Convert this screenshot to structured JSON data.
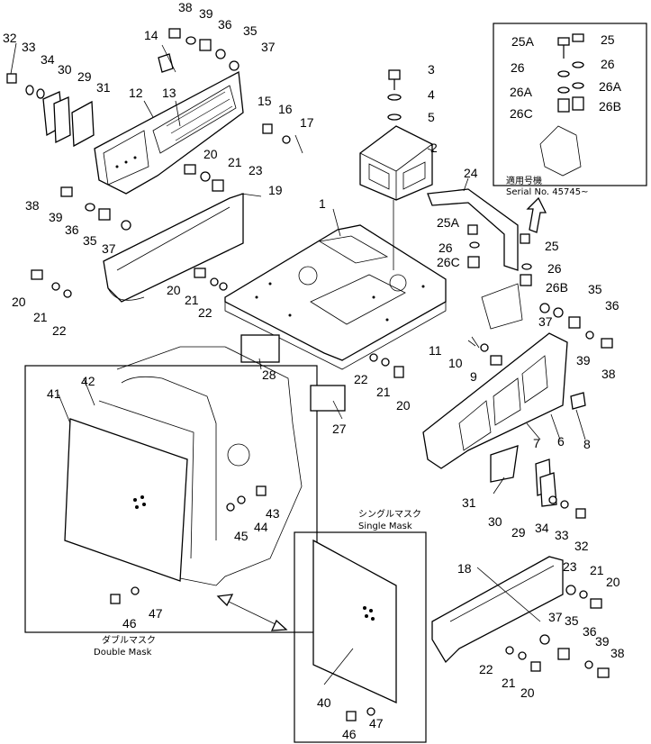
{
  "labels": {
    "c1": "1",
    "c2": "2",
    "c3": "3",
    "c4": "4",
    "c5": "5",
    "c6": "6",
    "c7": "7",
    "c8": "8",
    "c9": "9",
    "c10": "10",
    "c11": "11",
    "c12": "12",
    "c13": "13",
    "c14": "14",
    "c15": "15",
    "c16": "16",
    "c17": "17",
    "c18": "18",
    "c19": "19",
    "c20a": "20",
    "c20b": "20",
    "c20c": "20",
    "c20d": "20",
    "c20e": "20",
    "c20f": "20",
    "c21a": "21",
    "c21b": "21",
    "c21c": "21",
    "c21d": "21",
    "c21e": "21",
    "c21f": "21",
    "c22a": "22",
    "c22b": "22",
    "c22c": "22",
    "c22d": "22",
    "c23a": "23",
    "c23b": "23",
    "c24": "24",
    "c25a": "25",
    "c25b": "25",
    "c25A1": "25A",
    "c25A2": "25A",
    "c26a": "26",
    "c26b": "26",
    "c26c": "26",
    "c26d": "26",
    "c26A1": "26A",
    "c26A2": "26A",
    "c26B1": "26B",
    "c26B2": "26B",
    "c26C1": "26C",
    "c26C2": "26C",
    "c27": "27",
    "c28": "28",
    "c29a": "29",
    "c29b": "29",
    "c30a": "30",
    "c30b": "30",
    "c31a": "31",
    "c31b": "31",
    "c32a": "32",
    "c32b": "32",
    "c33a": "33",
    "c33b": "33",
    "c34a": "34",
    "c34b": "34",
    "c35a": "35",
    "c35b": "35",
    "c35c": "35",
    "c35d": "35",
    "c36a": "36",
    "c36b": "36",
    "c36c": "36",
    "c36d": "36",
    "c37a": "37",
    "c37b": "37",
    "c37c": "37",
    "c37d": "37",
    "c38a": "38",
    "c38b": "38",
    "c38c": "38",
    "c38d": "38",
    "c39a": "39",
    "c39b": "39",
    "c39c": "39",
    "c39d": "39",
    "c40": "40",
    "c41": "41",
    "c42": "42",
    "c43": "43",
    "c44": "44",
    "c45": "45",
    "c46a": "46",
    "c46b": "46",
    "c47a": "47",
    "c47b": "47"
  },
  "captions": {
    "serial_jp": "適用号機",
    "serial_no": "Serial No. 45745~",
    "single_jp": "シングルマスク",
    "single_en": "Single Mask",
    "double_jp": "ダブルマスク",
    "double_en": "Double Mask"
  }
}
